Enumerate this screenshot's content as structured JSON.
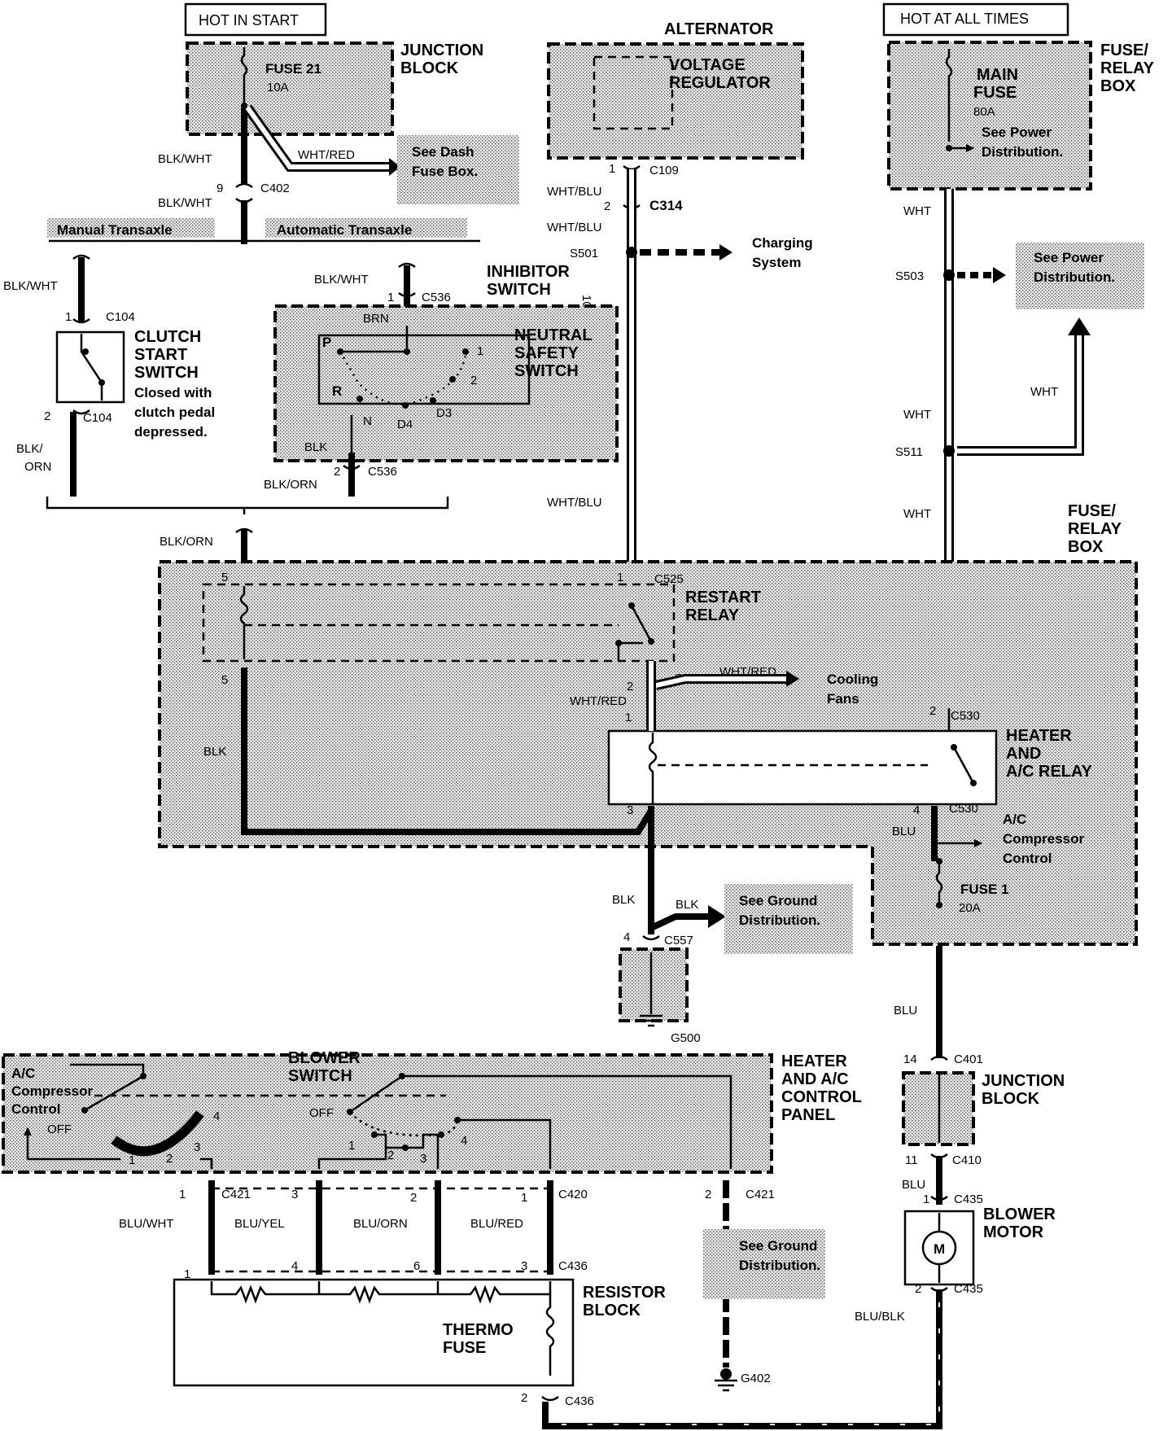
{
  "power": {
    "hot_in_start": "HOT IN START",
    "hot_at_all_times": "HOT AT ALL TIMES"
  },
  "junction_block_top": {
    "title_1": "JUNCTION",
    "title_2": "BLOCK",
    "fuse_name": "FUSE 21",
    "fuse_rating": "10A"
  },
  "alternator": {
    "title": "ALTERNATOR",
    "regulator_1": "VOLTAGE",
    "regulator_2": "REGULATOR"
  },
  "fuse_relay_box_top": {
    "title_1": "FUSE/",
    "title_2": "RELAY",
    "title_3": "BOX",
    "main_fuse_1": "MAIN",
    "main_fuse_2": "FUSE",
    "main_fuse_rating": "80A",
    "see_power_1": "See Power",
    "see_power_2": "Distribution."
  },
  "refs": {
    "see_dash_1": "See Dash",
    "see_dash_2": "Fuse Box.",
    "charging_1": "Charging",
    "charging_2": "System",
    "see_power_dist_1": "See Power",
    "see_power_dist_2": "Distribution.",
    "cooling_1": "Cooling",
    "cooling_2": "Fans",
    "ac_comp_ctrl_1": "A/C",
    "ac_comp_ctrl_2": "Compressor",
    "ac_comp_ctrl_3": "Control",
    "see_ground_1": "See Ground",
    "see_ground_2": "Distribution.",
    "see_ground2_1": "See Ground",
    "see_ground2_2": "Distribution."
  },
  "transaxle": {
    "manual": "Manual Transaxle",
    "automatic": "Automatic Transaxle"
  },
  "clutch_switch": {
    "title_1": "CLUTCH",
    "title_2": "START",
    "title_3": "SWITCH",
    "note_1": "Closed with",
    "note_2": "clutch pedal",
    "note_3": "depressed."
  },
  "inhibitor": {
    "title_1": "INHIBITOR",
    "title_2": "SWITCH",
    "pin": "10",
    "neutral_1": "NEUTRAL",
    "neutral_2": "SAFETY",
    "neutral_3": "SWITCH",
    "pos_p": "P",
    "pos_r": "R",
    "pos_n": "N",
    "pos_d4": "D4",
    "pos_d3": "D3",
    "pos_2": "2",
    "pos_1": "1"
  },
  "relay_box": {
    "title_1": "FUSE/",
    "title_2": "RELAY",
    "title_3": "BOX",
    "restart_1": "RESTART",
    "restart_2": "RELAY",
    "heater_1": "HEATER",
    "heater_2": "AND",
    "heater_3": "A/C RELAY",
    "fuse1_name": "FUSE 1",
    "fuse1_rating": "20A"
  },
  "control_panel": {
    "title_1": "HEATER",
    "title_2": "AND A/C",
    "title_3": "CONTROL",
    "title_4": "PANEL",
    "ac_1": "A/C",
    "ac_2": "Compressor",
    "ac_3": "Control",
    "off_left": "OFF",
    "blower_1": "BLOWER",
    "blower_2": "SWITCH",
    "off_right": "OFF",
    "p1": "1",
    "p2": "2",
    "p3": "3",
    "p4": "4",
    "q1": "1",
    "q2": "2",
    "q3": "3",
    "q4": "4"
  },
  "resistor_block": {
    "title_1": "RESISTOR",
    "title_2": "BLOCK",
    "thermo_1": "THERMO",
    "thermo_2": "FUSE"
  },
  "junction_block_bottom": {
    "title_1": "JUNCTION",
    "title_2": "BLOCK"
  },
  "blower_motor": {
    "title_1": "BLOWER",
    "title_2": "MOTOR",
    "symbol": "M"
  },
  "wires": {
    "blk_wht_1": "BLK/WHT",
    "wht_red_1": "WHT/RED",
    "blk_wht_2": "BLK/WHT",
    "blk_wht_3": "BLK/WHT",
    "blk_wht_4": "BLK/WHT",
    "brn": "BRN",
    "blk_1": "BLK",
    "blk_orn_1": "BLK/",
    "blk_orn_1b": "ORN",
    "blk_orn_2": "BLK/ORN",
    "blk_orn_3": "BLK/ORN",
    "wht_blu_1": "WHT/BLU",
    "wht_blu_2": "WHT/BLU",
    "wht_blu_3": "WHT/BLU",
    "wht_1": "WHT",
    "wht_2": "WHT",
    "wht_3": "WHT",
    "wht_4": "WHT",
    "blk_2": "BLK",
    "wht_red_2": "WHT/RED",
    "wht_red_3": "WHT/RED",
    "blu_1": "BLU",
    "blk_3": "BLK",
    "blk_4": "BLK",
    "blu_2": "BLU",
    "blu_3": "BLU",
    "blu_wht": "BLU/WHT",
    "blu_yel": "BLU/YEL",
    "blu_orn": "BLU/ORN",
    "blu_red": "BLU/RED",
    "blu_blk": "BLU/BLK"
  },
  "connectors": {
    "c402": "C402",
    "c402_pin": "9",
    "c104a": "C104",
    "c104a_pin": "1",
    "c104b": "C104",
    "c104b_pin": "2",
    "c536a": "C536",
    "c536a_pin": "1",
    "c536b": "C536",
    "c536b_pin": "2",
    "c109": "C109",
    "c109_pin": "1",
    "c314": "C314",
    "c314_pin": "2",
    "s501": "S501",
    "s503": "S503",
    "s511": "S511",
    "c525a": "C525",
    "c525a_pin": "1",
    "c525b": "C525",
    "c525b_pin": "2",
    "relay_pin5a": "5",
    "relay_pin5b": "5",
    "relay_pin1": "1",
    "relay_pin3": "3",
    "c530a": "C530",
    "c530a_pin": "2",
    "c530b": "C530",
    "c530b_pin": "4",
    "c557": "C557",
    "c557_pin": "4",
    "g500": "G500",
    "c401": "C401",
    "c401_pin": "14",
    "c410": "C410",
    "c410_pin": "11",
    "c435a": "C435",
    "c435a_pin": "1",
    "c435b": "C435",
    "c435b_pin": "2",
    "c421a": "C421",
    "c421a_pin": "1",
    "c421b": "C421",
    "c421b_pin": "2",
    "pin_3_top": "3",
    "pin_2_top": "2",
    "c420": "C420",
    "c420_pin": "1",
    "c436a": "C436",
    "c436a_pin": "3",
    "pin_1_bot": "1",
    "pin_4_bot": "4",
    "pin_6_bot": "6",
    "c436b": "C436",
    "c436b_pin": "2",
    "g402": "G402"
  }
}
